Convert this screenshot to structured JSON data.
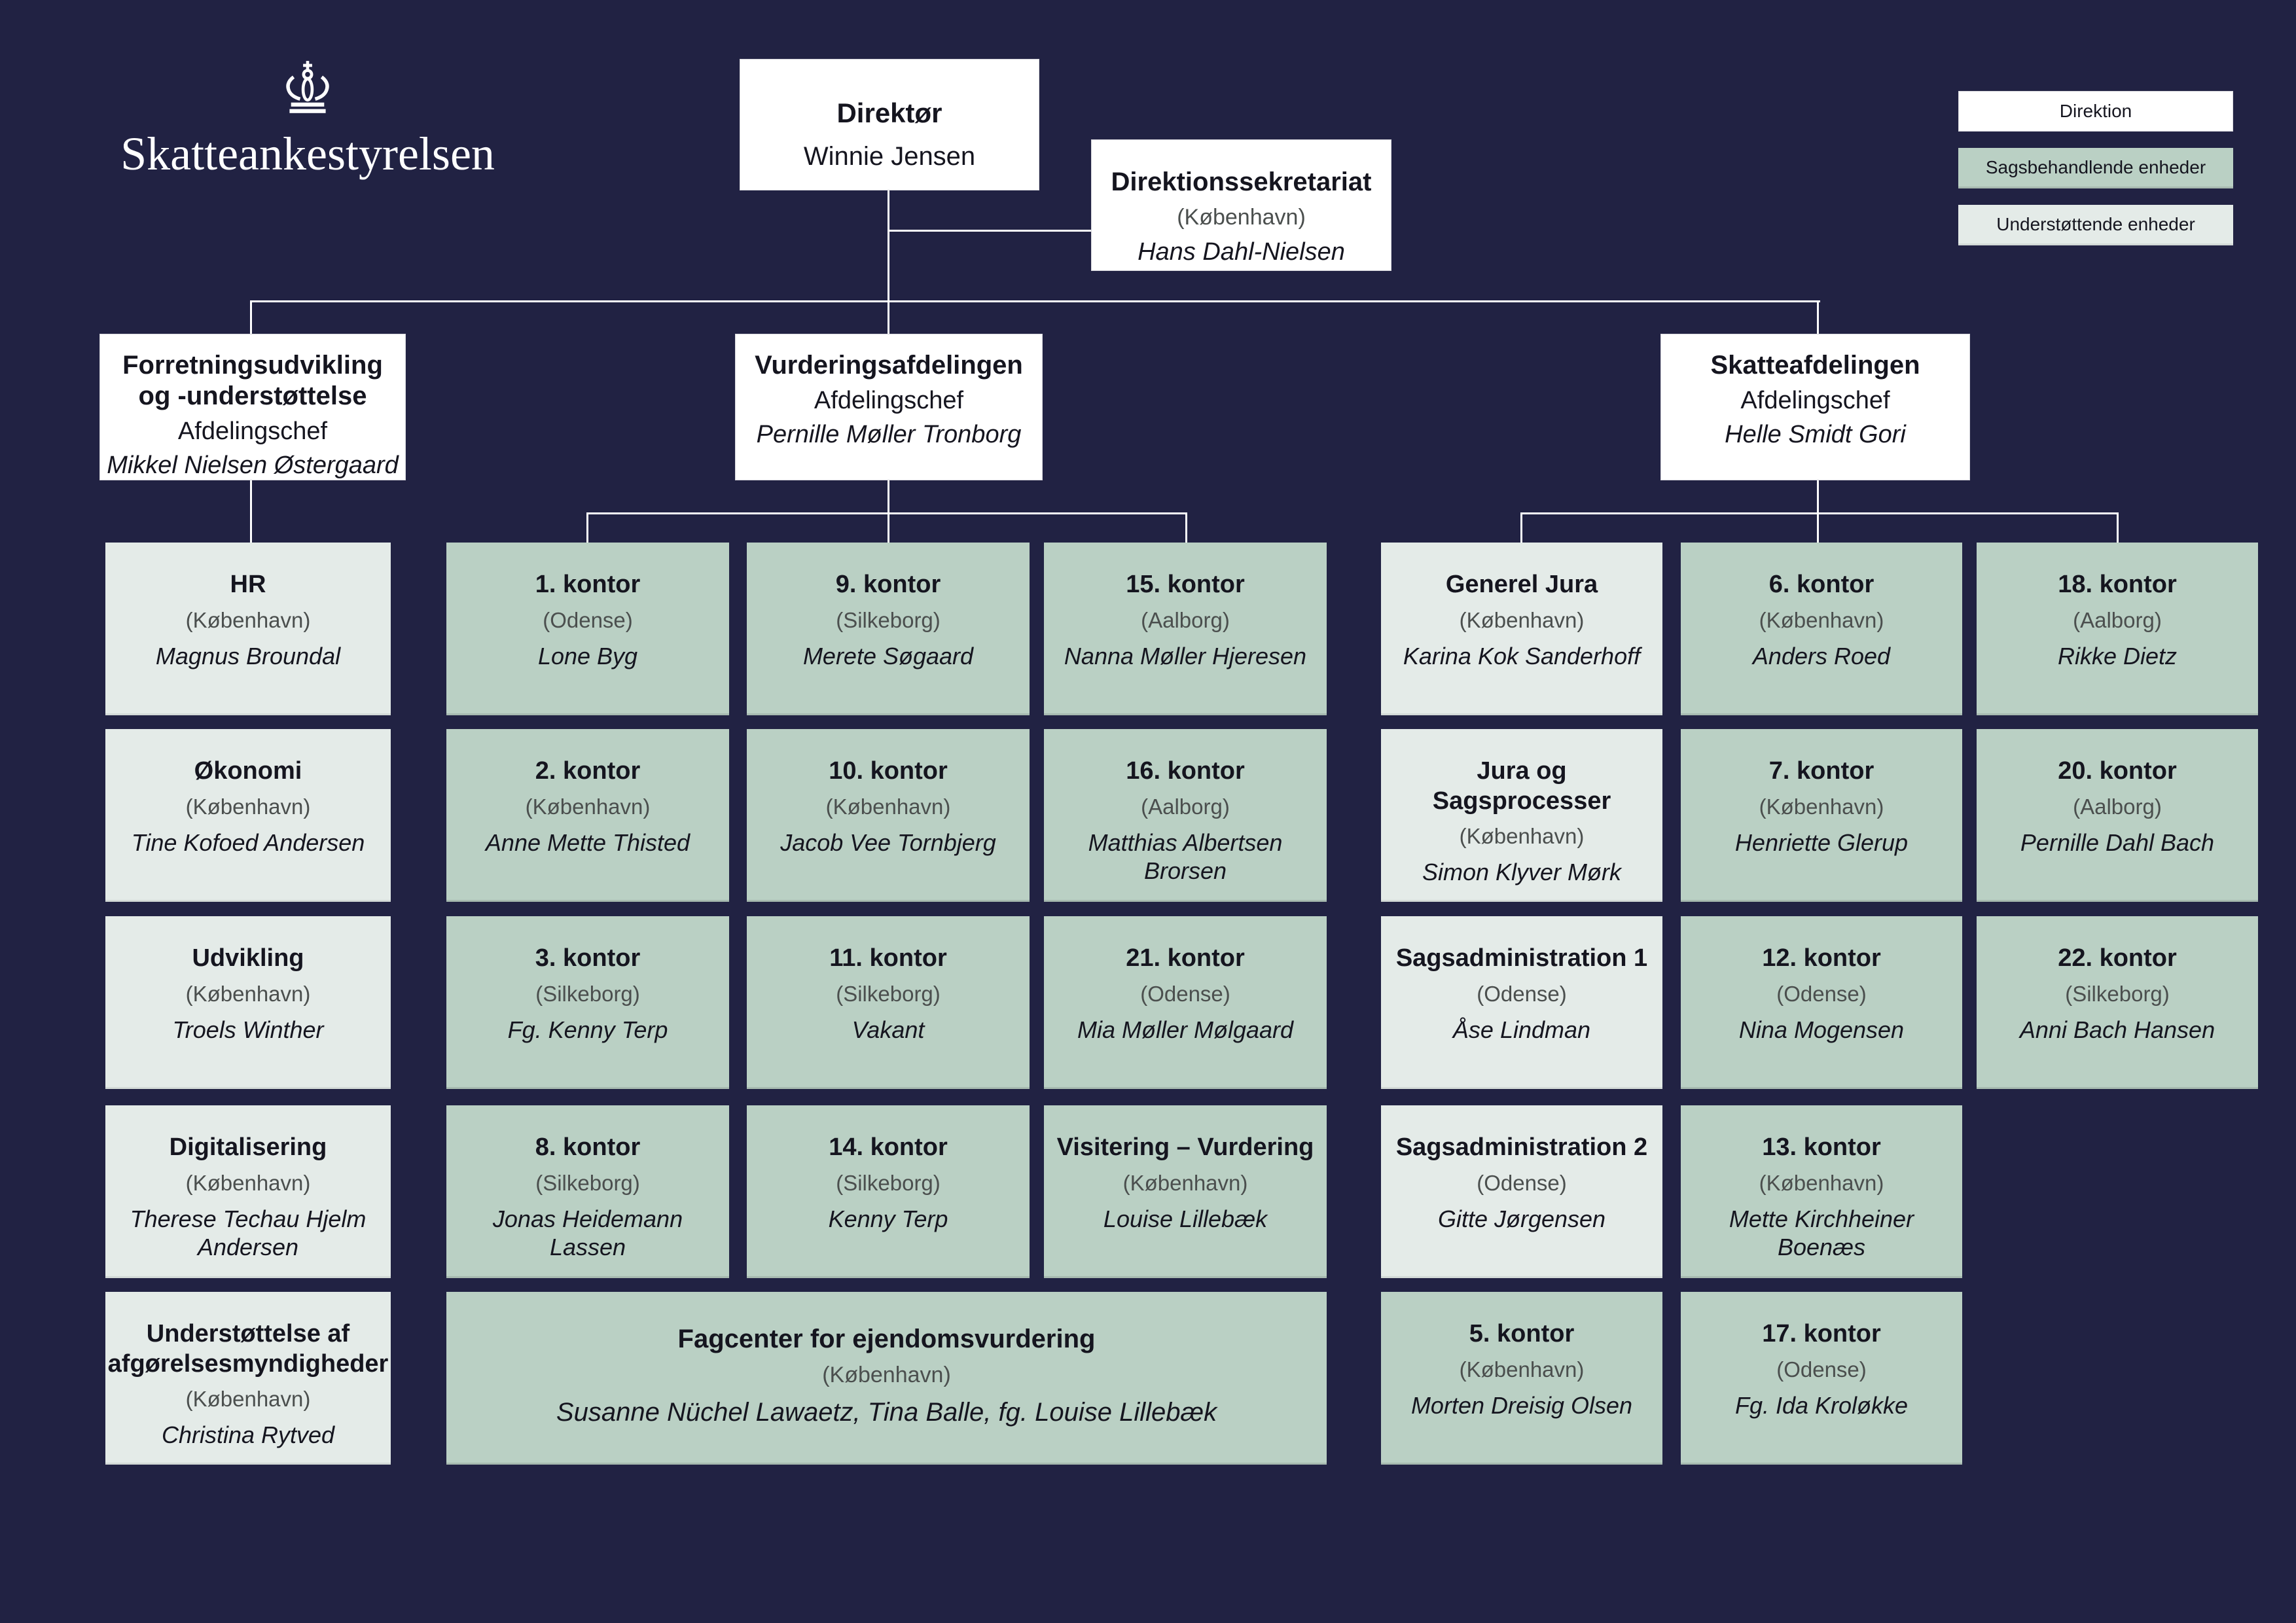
{
  "logo": {
    "org_name": "Skatteankestyrelsen"
  },
  "colors": {
    "background": "#212243",
    "direktion_box": "#ffffff",
    "sagsbehandlende_box": "#bad0c4",
    "understottende_box": "#e4ebe8",
    "connector": "#ffffff"
  },
  "legend": {
    "items": [
      {
        "label": "Direktion",
        "type": "direktion"
      },
      {
        "label": "Sagsbehandlende enheder",
        "type": "sagsbehandlende"
      },
      {
        "label": "Understøttende enheder",
        "type": "understottende"
      }
    ]
  },
  "direktor": {
    "title": "Direktør",
    "name": "Winnie Jensen"
  },
  "sekretariat": {
    "title": "Direktionssekretariat",
    "location": "(København)",
    "name": "Hans Dahl-Nielsen"
  },
  "departments": [
    {
      "title": "Forretningsudvikling og -understøttelse",
      "role": "Afdelingschef",
      "name": "Mikkel Nielsen Østergaard"
    },
    {
      "title": "Vurderingsafdelingen",
      "role": "Afdelingschef",
      "name": "Pernille Møller Tronborg"
    },
    {
      "title": "Skatteafdelingen",
      "role": "Afdelingschef",
      "name": "Helle Smidt Gori"
    }
  ],
  "left_units": [
    {
      "title": "HR",
      "location": "(København)",
      "name": "Magnus Broundal"
    },
    {
      "title": "Økonomi",
      "location": "(København)",
      "name": "Tine Kofoed Andersen"
    },
    {
      "title": "Udvikling",
      "location": "(København)",
      "name": "Troels Winther"
    },
    {
      "title": "Digitalisering",
      "location": "(København)",
      "name": "Therese Techau Hjelm Andersen"
    },
    {
      "title": "Understøttelse af afgørelsesmyndigheder",
      "location": "(København)",
      "name": "Christina Rytved"
    }
  ],
  "middle_units": [
    {
      "title": "1. kontor",
      "location": "(Odense)",
      "name": "Lone Byg"
    },
    {
      "title": "9. kontor",
      "location": "(Silkeborg)",
      "name": "Merete Søgaard"
    },
    {
      "title": "15. kontor",
      "location": "(Aalborg)",
      "name": "Nanna Møller Hjeresen"
    },
    {
      "title": "2. kontor",
      "location": "(København)",
      "name": "Anne Mette Thisted"
    },
    {
      "title": "10. kontor",
      "location": "(København)",
      "name": "Jacob Vee Tornbjerg"
    },
    {
      "title": "16. kontor",
      "location": "(Aalborg)",
      "name": "Matthias Albertsen Brorsen"
    },
    {
      "title": "3. kontor",
      "location": "(Silkeborg)",
      "name": "Fg. Kenny Terp"
    },
    {
      "title": "11. kontor",
      "location": "(Silkeborg)",
      "name": "Vakant"
    },
    {
      "title": "21. kontor",
      "location": "(Odense)",
      "name": "Mia Møller Mølgaard"
    },
    {
      "title": "8. kontor",
      "location": "(Silkeborg)",
      "name": "Jonas Heidemann Lassen"
    },
    {
      "title": "14. kontor",
      "location": "(Silkeborg)",
      "name": "Kenny Terp"
    },
    {
      "title": "Visitering – Vurdering",
      "location": "(København)",
      "name": "Louise Lillebæk"
    }
  ],
  "fagcenter": {
    "title": "Fagcenter for ejendomsvurdering",
    "location": "(København)",
    "name": "Susanne Nüchel Lawaetz, Tina Balle, fg. Louise Lillebæk"
  },
  "right_units": [
    {
      "title": "Generel Jura",
      "location": "(København)",
      "name": "Karina Kok Sanderhoff"
    },
    {
      "title": "6. kontor",
      "location": "(København)",
      "name": "Anders Roed"
    },
    {
      "title": "18. kontor",
      "location": "(Aalborg)",
      "name": "Rikke Dietz"
    },
    {
      "title": "Jura og Sagsprocesser",
      "location": "(København)",
      "name": "Simon Klyver Mørk"
    },
    {
      "title": "7. kontor",
      "location": "(København)",
      "name": "Henriette Glerup"
    },
    {
      "title": "20. kontor",
      "location": "(Aalborg)",
      "name": "Pernille Dahl Bach"
    },
    {
      "title": "Sagsadministration 1",
      "location": "(Odense)",
      "name": "Åse Lindman"
    },
    {
      "title": "12. kontor",
      "location": "(Odense)",
      "name": "Nina Mogensen"
    },
    {
      "title": "22. kontor",
      "location": "(Silkeborg)",
      "name": "Anni Bach Hansen"
    },
    {
      "title": "Sagsadministration 2",
      "location": "(Odense)",
      "name": "Gitte Jørgensen"
    },
    {
      "title": "13. kontor",
      "location": "(København)",
      "name": "Mette Kirchheiner Boenæs"
    },
    {
      "title": "5. kontor",
      "location": "(København)",
      "name": "Morten Dreisig Olsen"
    },
    {
      "title": "17. kontor",
      "location": "(Odense)",
      "name": "Fg. Ida Kroløkke"
    }
  ]
}
